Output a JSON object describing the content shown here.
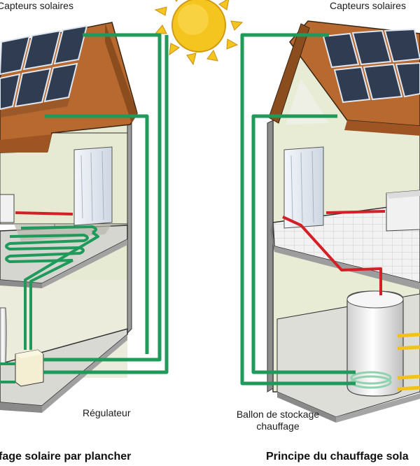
{
  "labels": {
    "left_collectors": "Capteurs solaires",
    "right_collectors": "Capteurs solaires",
    "regulator": "Régulateur",
    "storage_line1": "Ballon de stockage",
    "storage_line2": "chauffage"
  },
  "captions": {
    "left": "fage solaire par plancher",
    "right": "Principe du chauffage sola"
  },
  "colors": {
    "pipe_green": "#1f9a5a",
    "pipe_red": "#d32027",
    "pipe_yellow": "#f2c21b",
    "roof": "#b8692f",
    "panel": "#2f3c52",
    "wall": "#e9edd8",
    "floor": "#d9d9d6",
    "sun": "#f4c41f"
  }
}
